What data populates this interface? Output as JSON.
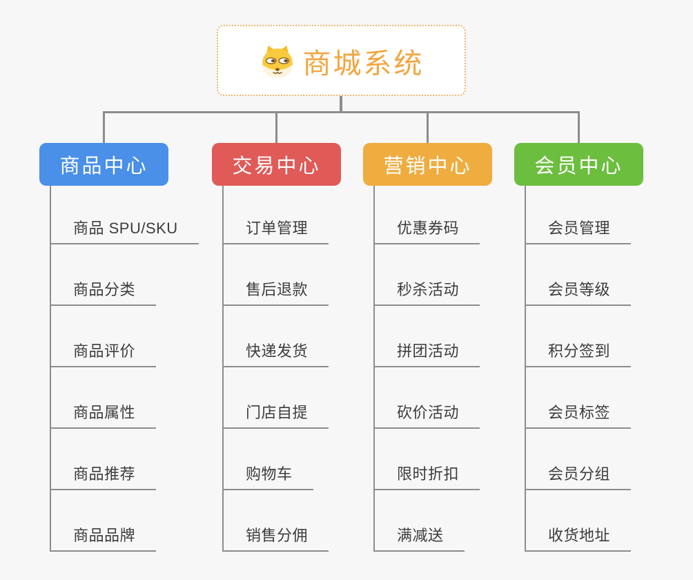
{
  "root": {
    "title": "商城系统",
    "icon": "shiba-dog-icon"
  },
  "branches": [
    {
      "label": "商品中心",
      "color": "#4A8FE8",
      "children": [
        "商品 SPU/SKU",
        "商品分类",
        "商品评价",
        "商品属性",
        "商品推荐",
        "商品品牌"
      ]
    },
    {
      "label": "交易中心",
      "color": "#E05A57",
      "children": [
        "订单管理",
        "售后退款",
        "快递发货",
        "门店自提",
        "购物车",
        "销售分佣"
      ]
    },
    {
      "label": "营销中心",
      "color": "#EFAD40",
      "children": [
        "优惠券码",
        "秒杀活动",
        "拼团活动",
        "砍价活动",
        "限时折扣",
        "满减送"
      ]
    },
    {
      "label": "会员中心",
      "color": "#6CBE3F",
      "children": [
        "会员管理",
        "会员等级",
        "积分签到",
        "会员标签",
        "会员分组",
        "收货地址"
      ]
    }
  ],
  "palette": {
    "background": "#F7F7F7",
    "connector_line": "#8C8C8C",
    "leaf_text": "#3C3C3C",
    "root_accent": "#F2A640",
    "root_border": "#EBB269",
    "root_background": "#FFFFFF",
    "branch_text": "#FFFFFF"
  }
}
